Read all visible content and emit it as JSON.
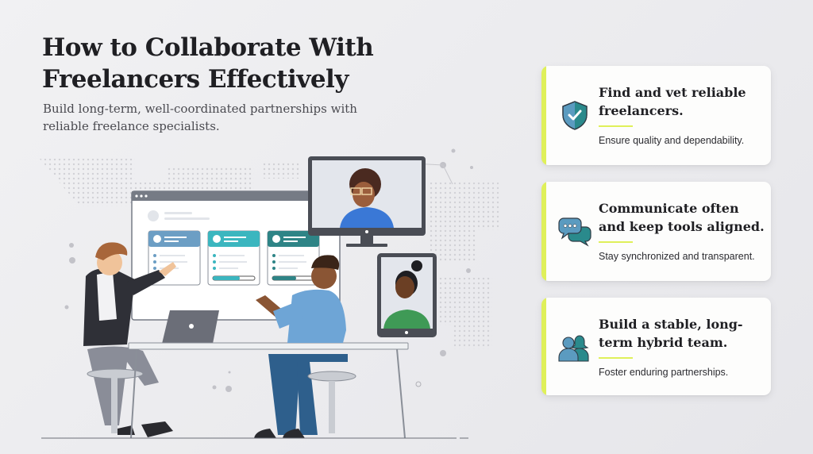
{
  "hero": {
    "title": "How to Collaborate With Freelancers Effectively",
    "subtitle": "Build long-term, well-coordinated partnerships with reliable freelance specialists."
  },
  "colors": {
    "accent": "#dff05a",
    "icon_light": "#5b9bc0",
    "icon_dark": "#2a8a8c",
    "text_dark": "#1f1f23"
  },
  "illustration": {
    "scene": "two-people-at-desk-with-remote-freelancers-on-screens",
    "dashboard_cards": [
      {
        "color": "#6c9ec4",
        "progress": 0
      },
      {
        "color": "#3bb6bf",
        "progress": 0.6
      },
      {
        "color": "#2e8486",
        "progress": 0.55
      }
    ]
  },
  "cards": [
    {
      "icon": "shield-check-icon",
      "title": "Find and vet reliable freelancers.",
      "description": "Ensure quality and dependability."
    },
    {
      "icon": "chat-bubbles-icon",
      "title": "Communicate often and keep tools aligned.",
      "description": "Stay synchronized and transparent."
    },
    {
      "icon": "team-users-icon",
      "title": "Build a stable, long-term hybrid team.",
      "description": "Foster enduring partnerships."
    }
  ]
}
